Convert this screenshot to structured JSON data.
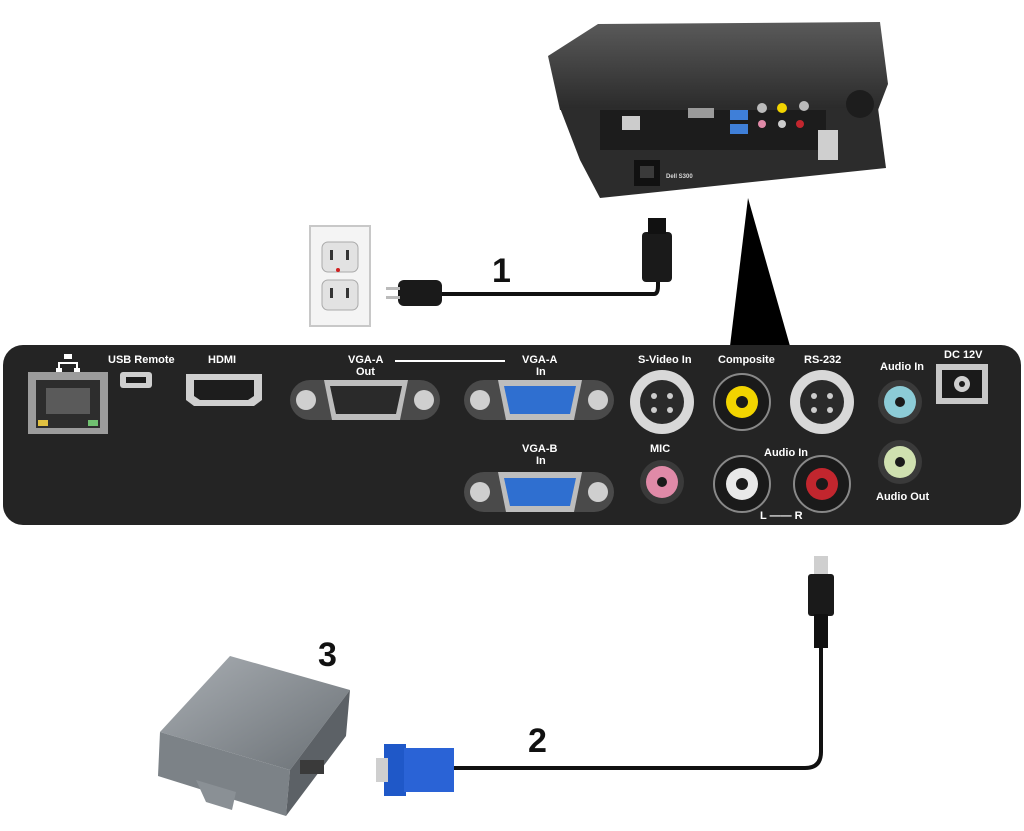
{
  "callouts": {
    "power_cable": "1",
    "rs232_cable": "2",
    "rs232_box": "3"
  },
  "projector": {
    "model_label": "Dell S300"
  },
  "panel": {
    "labels": {
      "usb_remote": "USB Remote",
      "hdmi": "HDMI",
      "vga_a_out": [
        "VGA-A",
        "Out"
      ],
      "vga_a_in": [
        "VGA-A",
        "In"
      ],
      "vga_b_in": [
        "VGA-B",
        "In"
      ],
      "svideo_in": "S-Video In",
      "composite": "Composite",
      "rs232": "RS-232",
      "audio_in_top": "Audio In",
      "dc12v": "DC 12V",
      "mic": "MIC",
      "audio_in_lr": "Audio In",
      "lr": "L —— R",
      "audio_out": "Audio Out"
    },
    "icons": [
      "network-icon"
    ]
  },
  "colors": {
    "panel": "#242424",
    "vga_in_blue": "#2f6fd0",
    "composite_yellow": "#f2d400",
    "mic_pink": "#e08aa8",
    "audio_in_blue": "#8ccbd6",
    "audio_out_green": "#cfe0b0",
    "audio_right_red": "#c2262e",
    "cable": "#111111",
    "connector_blue": "#1f58c8"
  }
}
